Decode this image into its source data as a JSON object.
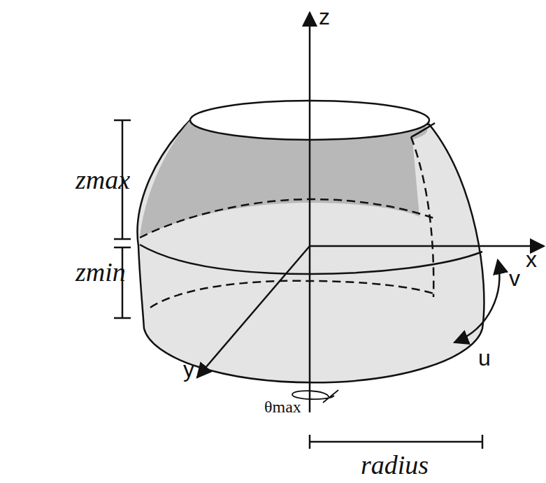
{
  "diagram": {
    "labels": [
      "z",
      "zmax",
      "x",
      "zmin",
      "v",
      "y",
      "u",
      "θmax",
      "radius"
    ]
  }
}
